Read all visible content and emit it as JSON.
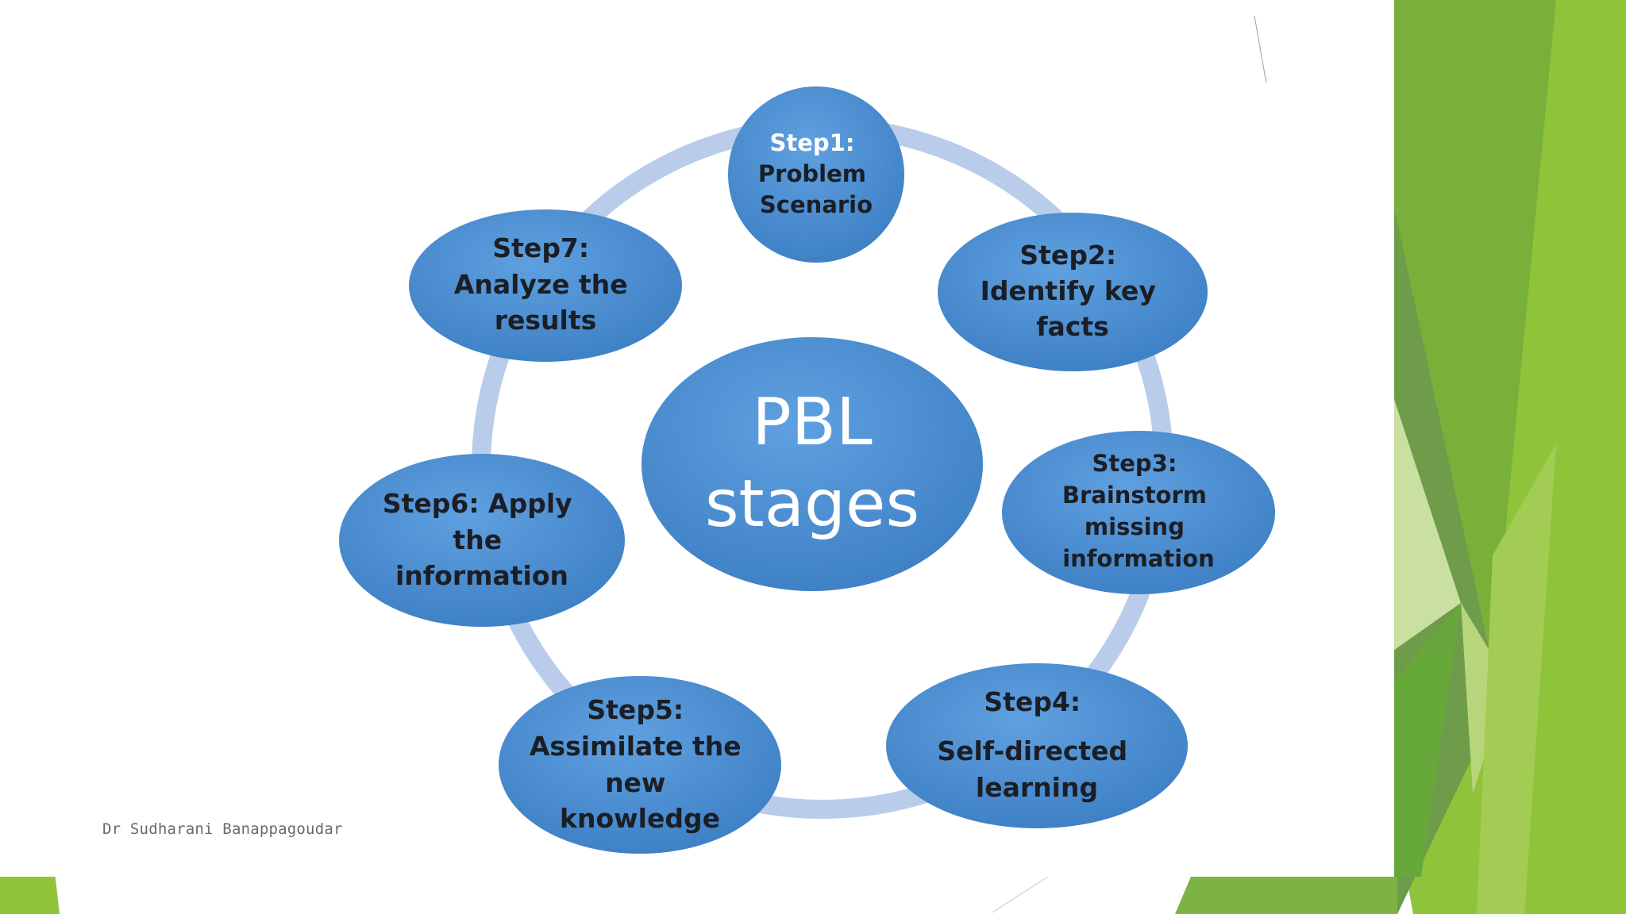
{
  "slide": {
    "center": {
      "line1": "PBL",
      "line2": "stages"
    },
    "steps": [
      {
        "lines": [
          "Step1:",
          "Problem",
          "Scenario"
        ]
      },
      {
        "lines": [
          "Step2:",
          "Identify key",
          "facts"
        ]
      },
      {
        "lines": [
          "Step3:",
          "Brainstorm",
          "missing",
          "information"
        ]
      },
      {
        "lines": [
          "Step4:",
          "Self-directed",
          "learning"
        ]
      },
      {
        "lines": [
          "Step5:",
          "Assimilate the",
          "new",
          "knowledge"
        ]
      },
      {
        "lines": [
          "Step6: Apply",
          "the",
          "information"
        ]
      },
      {
        "lines": [
          "Step7:",
          "Analyze the",
          "results"
        ]
      }
    ],
    "footer": "Dr Sudharani Banappagoudar"
  },
  "colors": {
    "node_fill": "#4a8fd4",
    "ring": "#b9ccea",
    "green_light": "#8fc43a",
    "green_dark": "#6b9a45",
    "green_pale": "#c9e0a0"
  }
}
